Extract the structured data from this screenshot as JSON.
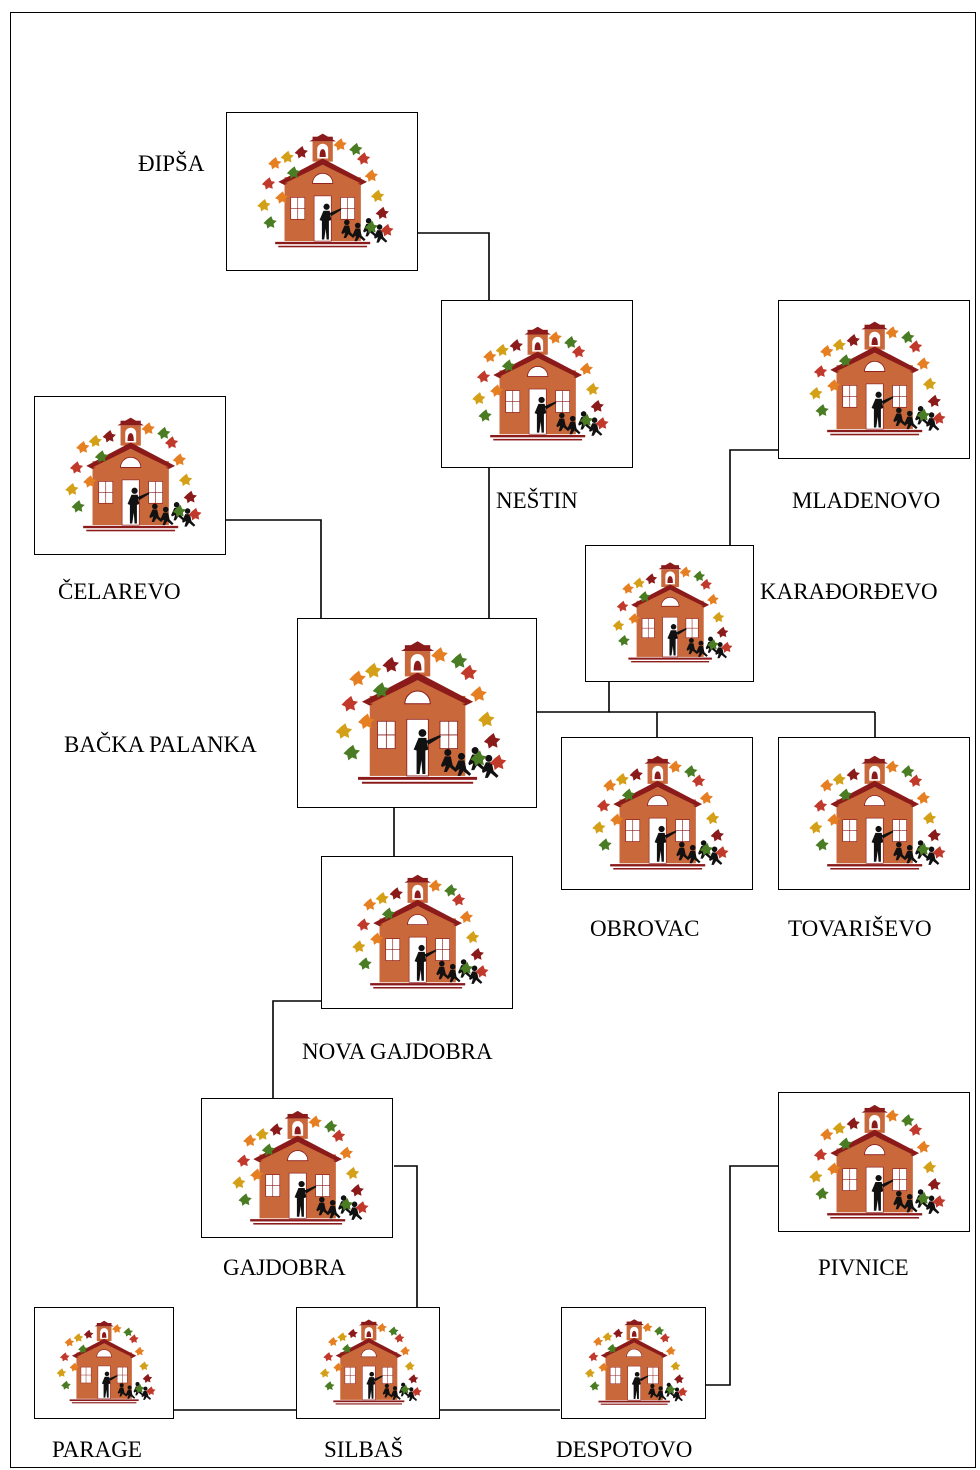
{
  "diagram": {
    "nodes": [
      {
        "id": "dipsa",
        "label": "ĐIPŠA",
        "icon": "schoolhouse-icon"
      },
      {
        "id": "nestin",
        "label": "NEŠTIN",
        "icon": "schoolhouse-icon"
      },
      {
        "id": "mladenovo",
        "label": "MLADENOVO",
        "icon": "schoolhouse-icon"
      },
      {
        "id": "celarevo",
        "label": "ČELAREVO",
        "icon": "schoolhouse-icon"
      },
      {
        "id": "karadjordjevo",
        "label": "KARAĐORĐEVO",
        "icon": "schoolhouse-icon"
      },
      {
        "id": "backa_palanka",
        "label": "BAČKA PALANKA",
        "icon": "schoolhouse-icon"
      },
      {
        "id": "obrovac",
        "label": "OBROVAC",
        "icon": "schoolhouse-icon"
      },
      {
        "id": "tovarisevo",
        "label": "TOVARIŠEVO",
        "icon": "schoolhouse-icon"
      },
      {
        "id": "nova_gajdobra",
        "label": "NOVA GAJDOBRA",
        "icon": "schoolhouse-icon"
      },
      {
        "id": "gajdobra",
        "label": "GAJDOBRA",
        "icon": "schoolhouse-icon"
      },
      {
        "id": "pivnice",
        "label": "PIVNICE",
        "icon": "schoolhouse-icon"
      },
      {
        "id": "parage",
        "label": "PARAGE",
        "icon": "schoolhouse-icon"
      },
      {
        "id": "silbas",
        "label": "SILBAŠ",
        "icon": "schoolhouse-icon"
      },
      {
        "id": "despotovo",
        "label": "DESPOTOVO",
        "icon": "schoolhouse-icon"
      }
    ],
    "edges": [
      [
        "dipsa",
        "nestin"
      ],
      [
        "nestin",
        "backa_palanka"
      ],
      [
        "celarevo",
        "backa_palanka"
      ],
      [
        "mladenovo",
        "karadjordjevo"
      ],
      [
        "karadjordjevo",
        "backa_palanka"
      ],
      [
        "backa_palanka",
        "obrovac"
      ],
      [
        "backa_palanka",
        "tovarisevo"
      ],
      [
        "backa_palanka",
        "nova_gajdobra"
      ],
      [
        "nova_gajdobra",
        "gajdobra"
      ],
      [
        "gajdobra",
        "silbas"
      ],
      [
        "parage",
        "silbas"
      ],
      [
        "silbas",
        "despotovo"
      ],
      [
        "despotovo",
        "pivnice"
      ]
    ],
    "colors": {
      "building": "#c9683a",
      "roof": "#8b1a1a",
      "leaf_palette": [
        "#c0392b",
        "#e67e22",
        "#d4a017",
        "#4a7c23",
        "#8b1a1a"
      ]
    }
  }
}
